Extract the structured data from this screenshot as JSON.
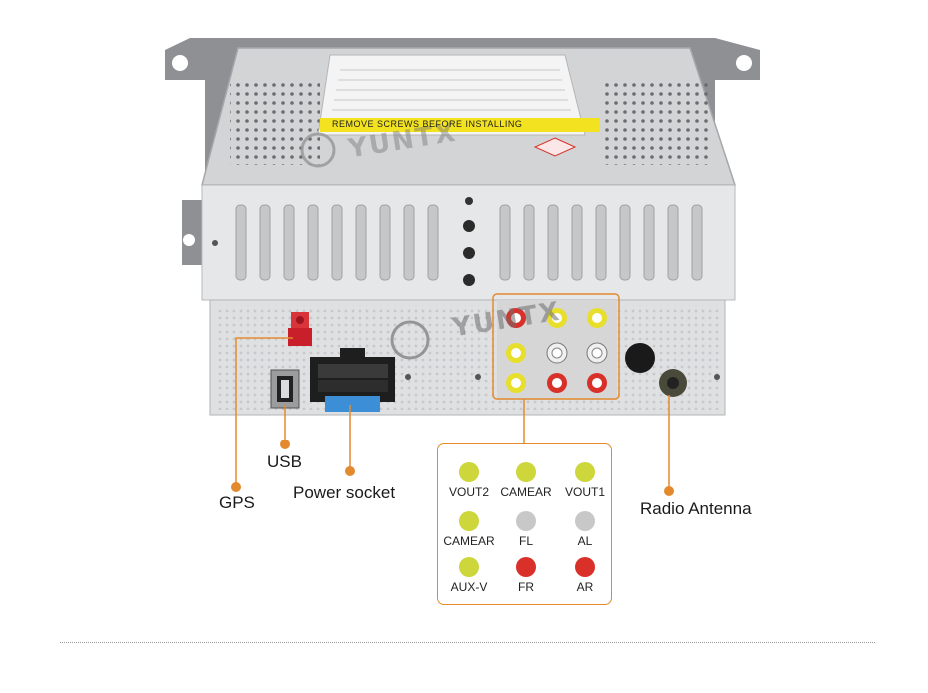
{
  "product": {
    "sticker_text": "REMOVE SCREWS BEFORE INSTALLING",
    "watermark_text": "YUNTX"
  },
  "callouts": {
    "gps": "GPS",
    "usb": "USB",
    "power": "Power socket",
    "antenna": "Radio Antenna"
  },
  "rca_legend": [
    {
      "label": "VOUT2",
      "color": "#cdd63a"
    },
    {
      "label": "CAMEAR",
      "color": "#cdd63a"
    },
    {
      "label": "VOUT1",
      "color": "#cdd63a"
    },
    {
      "label": "CAMEAR",
      "color": "#cdd63a"
    },
    {
      "label": "FL",
      "color": "#c8c8c8"
    },
    {
      "label": "AL",
      "color": "#c8c8c8"
    },
    {
      "label": "AUX-V",
      "color": "#cdd63a"
    },
    {
      "label": "FR",
      "color": "#d9302a"
    },
    {
      "label": "AR",
      "color": "#d9302a"
    }
  ],
  "colors": {
    "accent": "#e48a2e",
    "chassis": "#d9dadc",
    "chassis_dark": "#a9abad"
  }
}
